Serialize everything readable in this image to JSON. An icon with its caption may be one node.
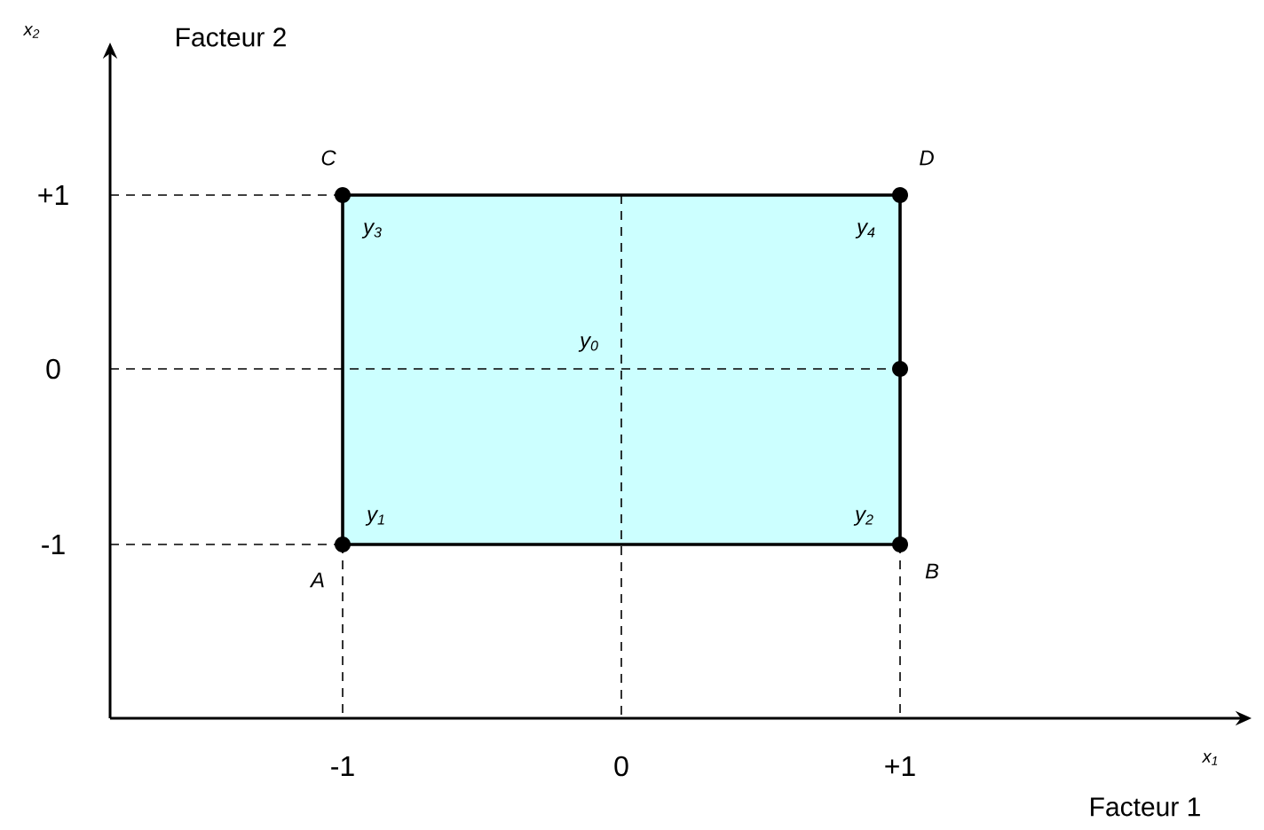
{
  "diagram": {
    "labels": [
      "x$_{2}$",
      "Facteur 2",
      "+1",
      "0",
      "-1",
      "C",
      "D",
      "y$_{3}$",
      "y$_{4}$",
      "y$_{0}$",
      "y$_{1}$",
      "y$_{2}$",
      "A",
      "B",
      "-1",
      "0",
      "+1",
      "x$_{1}$",
      "Facteur 1"
    ]
  }
}
